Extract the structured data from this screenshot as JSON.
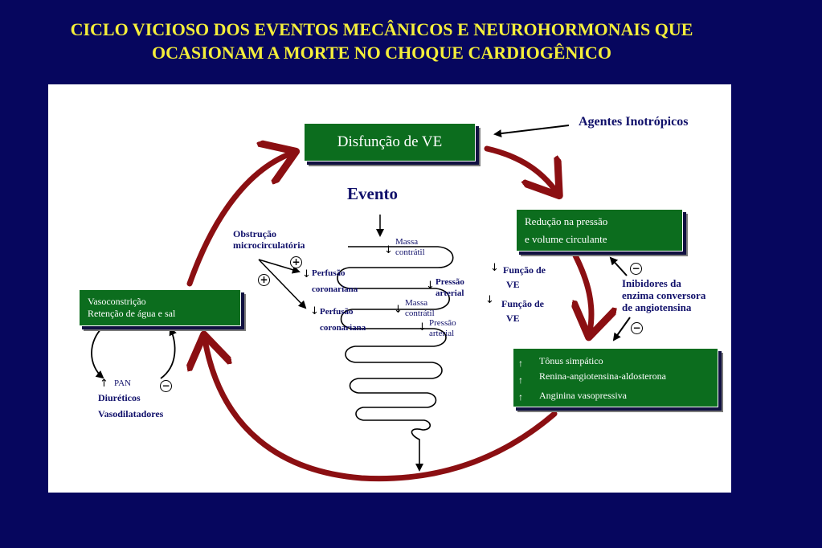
{
  "title": {
    "line1": "CICLO VICIOSO DOS EVENTOS MECÂNICOS E NEUROHORMONAIS QUE",
    "line2": "OCASIONAM A MORTE NO CHOQUE CARDIOGÊNICO"
  },
  "colors": {
    "background": "#06065e",
    "title": "#f4ee3a",
    "box": "#0c6d1e",
    "cycle_arrow": "#8b0f12",
    "label": "#10106a"
  },
  "boxes": {
    "disfuncao": "Disfunção de VE",
    "reducao": {
      "line1": "Redução na pressão",
      "line2": "e volume circulante"
    },
    "tonus": {
      "line1": "Tônus simpático",
      "line2": "Renina-angiotensina-aldosterona",
      "line3": "Anginina vasopressiva"
    },
    "vasoconstricao": {
      "line1": "Vasoconstrição",
      "line2": "Retenção de água e sal"
    }
  },
  "labels": {
    "evento": "Evento",
    "agentes": "Agentes Inotrópicos",
    "inibidores": {
      "line1": "Inibidores da",
      "line2": "enzima conversora",
      "line3": "de angiotensina"
    },
    "obstrucao": {
      "line1": "Obstrução",
      "line2": "microcirculatória"
    },
    "perfusao": "Perfusão",
    "coronariana": "coronariana",
    "massa": "Massa",
    "contratil": "contrátil",
    "pressao": "Pressão",
    "arterial": "arterial",
    "funcao": "Função de",
    "ve": "VE",
    "pan": "PAN",
    "diureticos": "Diuréticos",
    "vasodilatadores": "Vasodilatadores"
  },
  "symbols": {
    "up": "↑",
    "down": "↓",
    "plus": "+",
    "minus": "−"
  }
}
